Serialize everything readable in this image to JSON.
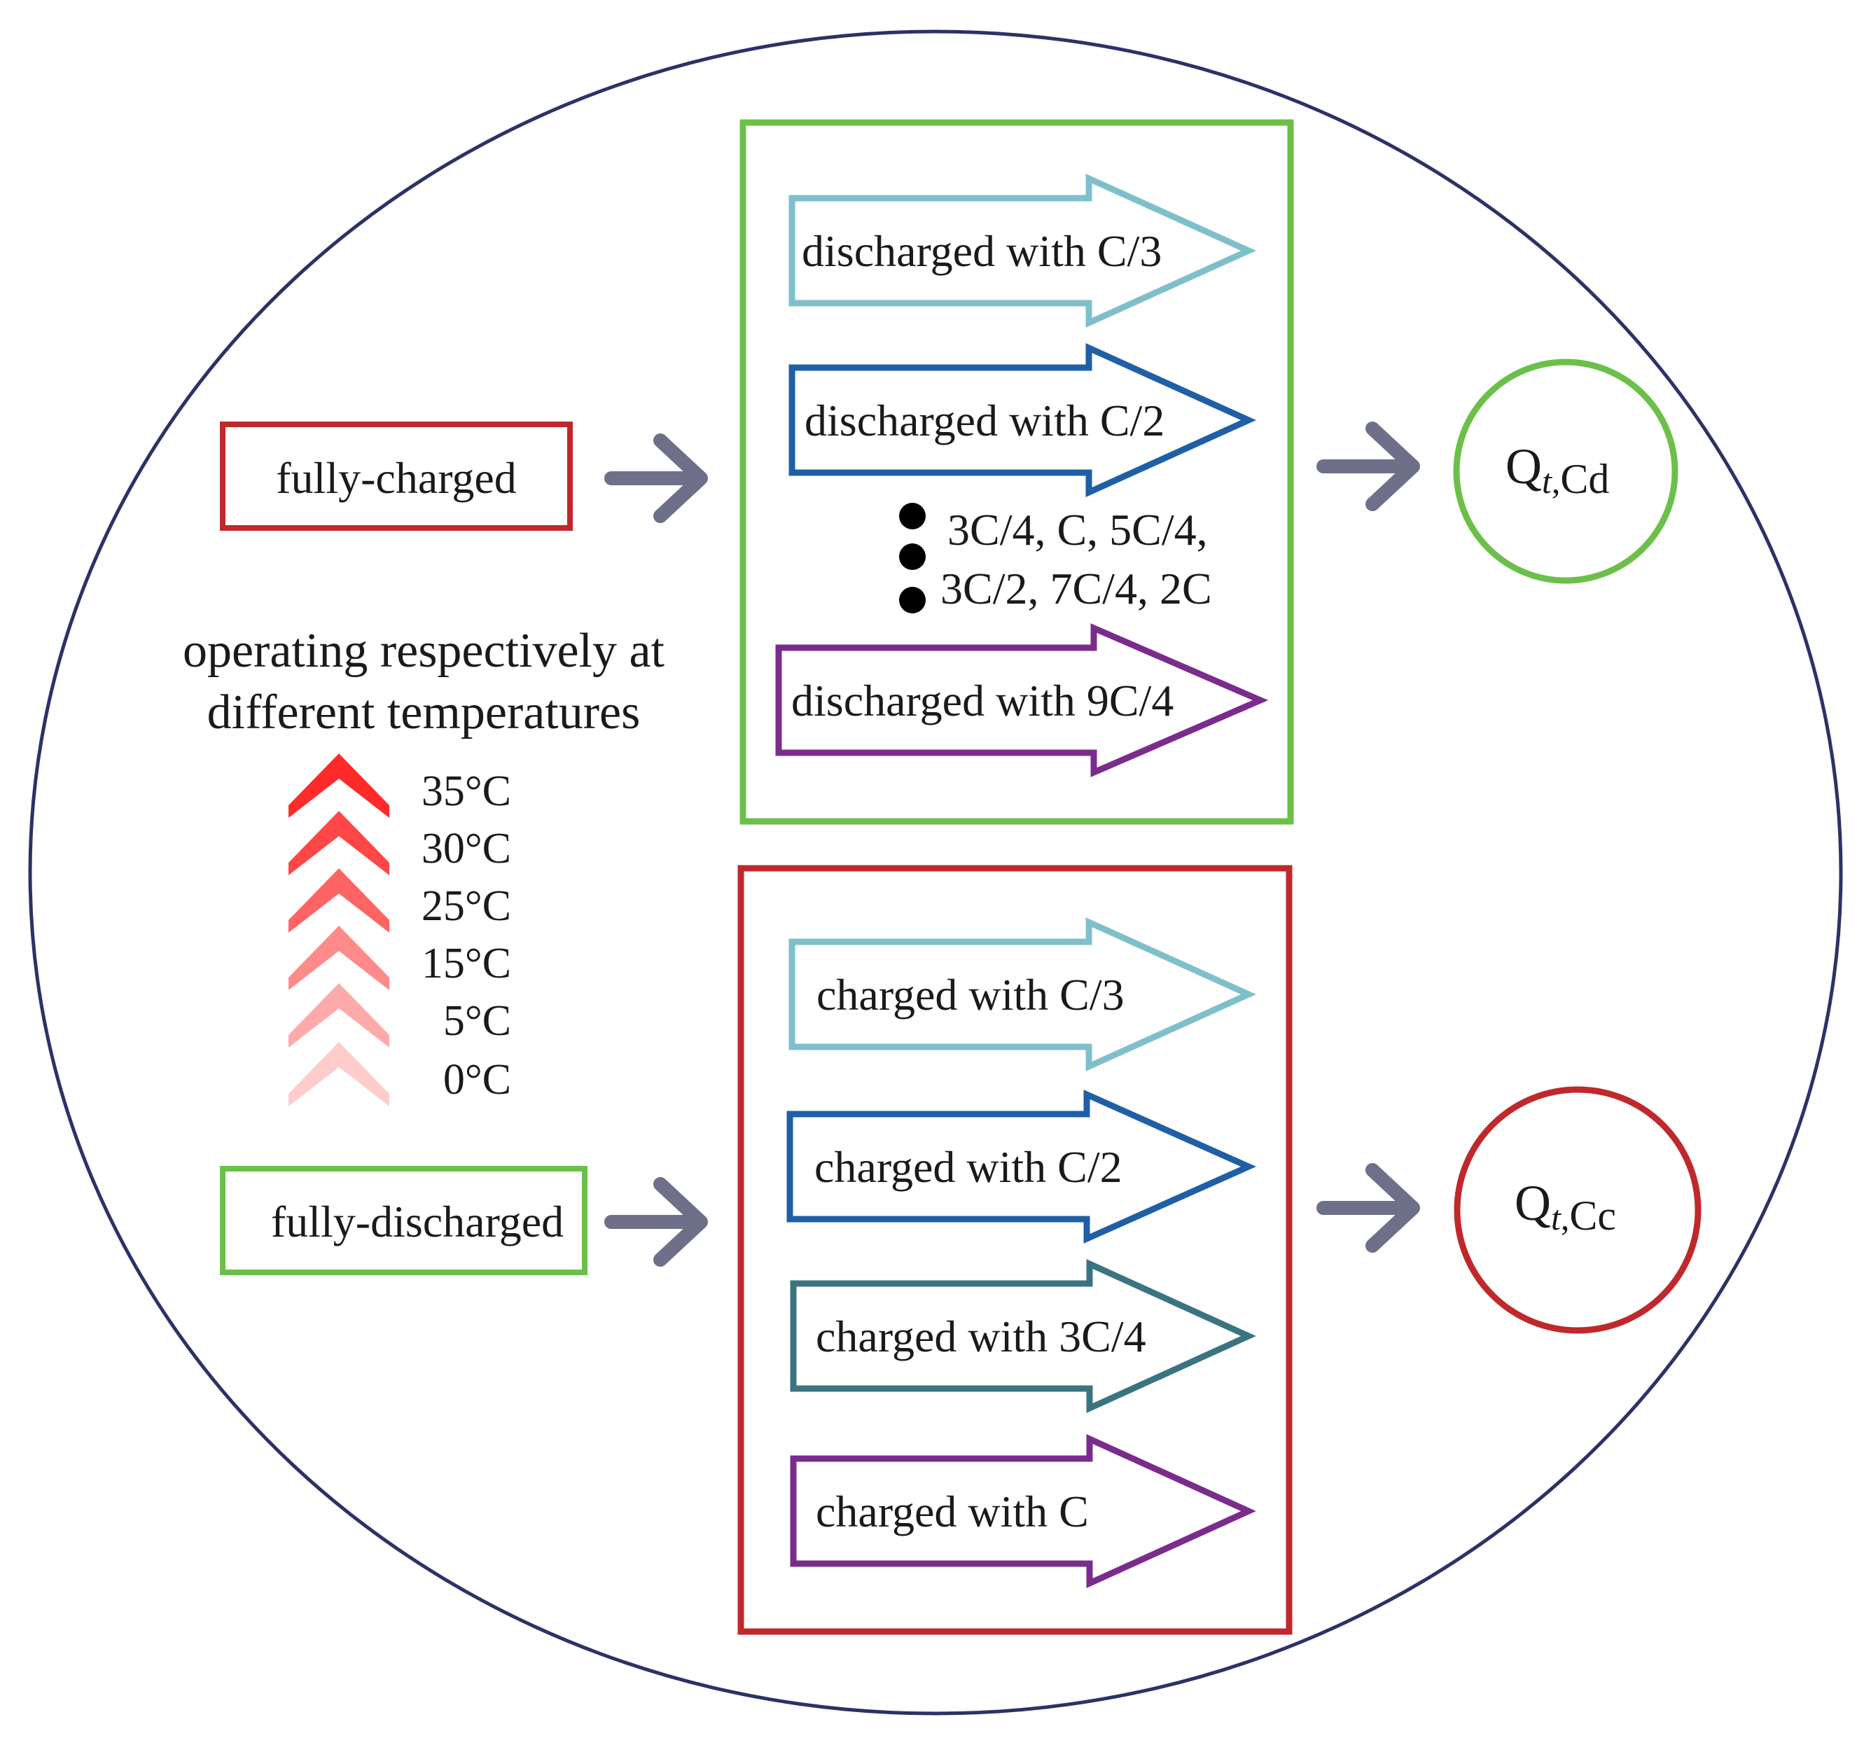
{
  "colors": {
    "outer_circle": "#2c3266",
    "green": "#6cc04a",
    "red": "#c0282c",
    "gray_arrow": "#6e6f88",
    "light_blue": "#7fbfcc",
    "blue": "#1f5fa6",
    "teal": "#3a7480",
    "purple": "#7a2c8c",
    "dot": "#000000"
  },
  "inputs": {
    "charged_state": "fully-charged",
    "discharged_state": "fully-discharged"
  },
  "operating_text": {
    "line1": "operating respectively at",
    "line2": "different temperatures"
  },
  "temperatures": [
    {
      "label": "35°C",
      "color": "#ff2a2a"
    },
    {
      "label": "30°C",
      "color": "#ff4747"
    },
    {
      "label": "25°C",
      "color": "#ff6464"
    },
    {
      "label": "15°C",
      "color": "#ff8a8a"
    },
    {
      "label": "5°C",
      "color": "#ffaaaa"
    },
    {
      "label": "0°C",
      "color": "#ffcccc"
    }
  ],
  "discharge_arrows": [
    {
      "label": "discharged with C/3",
      "color": "#7fbfcc"
    },
    {
      "label": "discharged with C/2",
      "color": "#1f5fa6"
    },
    {
      "label": "discharged with 9C/4",
      "color": "#7a2c8c"
    }
  ],
  "discharge_more": {
    "line1": "3C/4, C, 5C/4,",
    "line2": "3C/2, 7C/4, 2C"
  },
  "charge_arrows": [
    {
      "label": "charged with C/3",
      "color": "#7fbfcc"
    },
    {
      "label": "charged with C/2",
      "color": "#1f5fa6"
    },
    {
      "label": "charged with 3C/4",
      "color": "#3a7480"
    },
    {
      "label": "charged with C",
      "color": "#7a2c8c"
    }
  ],
  "outputs": {
    "discharge": {
      "main": "Q",
      "sub": "t",
      "sep": ",",
      "tail": "Cd"
    },
    "charge": {
      "main": "Q",
      "sub": "t",
      "sep": ",",
      "tail": "Cc"
    }
  }
}
